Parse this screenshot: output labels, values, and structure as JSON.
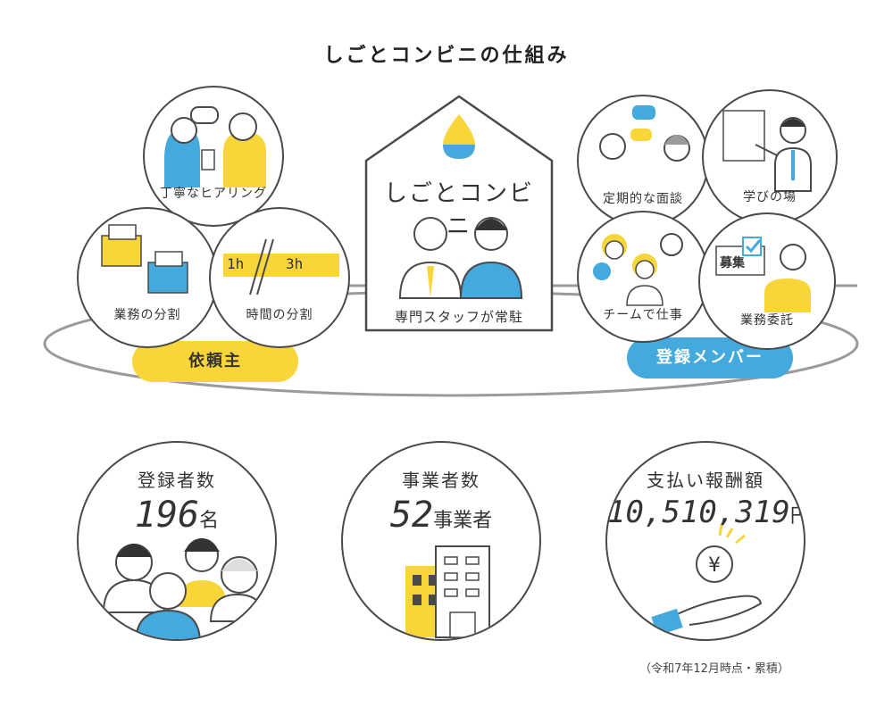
{
  "title": "しごとコンビニの仕組み",
  "client_group": {
    "label": "依頼主",
    "items": [
      "丁寧なヒアリング",
      "業務の分割",
      "時間の分割"
    ],
    "time_split": [
      "1h",
      "3h"
    ]
  },
  "center": {
    "logo": "しごとコンビニ",
    "caption": "専門スタッフが常駐"
  },
  "member_group": {
    "label": "登録メンバー",
    "items": [
      "定期的な面談",
      "学びの場",
      "チームで仕事",
      "業務委託"
    ],
    "board_text": "募集"
  },
  "stats": [
    {
      "title": "登録者数",
      "value": "196",
      "unit": "名"
    },
    {
      "title": "事業者数",
      "value": "52",
      "unit": "事業者"
    },
    {
      "title": "支払い報酬額",
      "value": "10,510,319",
      "unit": "円"
    }
  ],
  "note": "（令和7年12月時点・累積）",
  "colors": {
    "yellow": "#f8d63a",
    "blue": "#44a9dc",
    "ring": "#9a9a9a",
    "line": "#4a4a4a"
  }
}
